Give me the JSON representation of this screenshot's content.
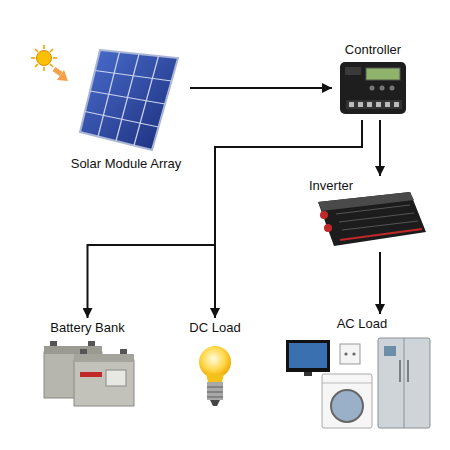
{
  "diagram": {
    "nodes": [
      {
        "text": [
          "Solar Module Array"
        ]
      },
      {
        "text": [
          "Controller"
        ]
      },
      {
        "text": [
          "Inverter"
        ]
      },
      {
        "text": [
          "Battery Bank"
        ]
      },
      {
        "text": [
          "DC Load"
        ]
      },
      {
        "text": [
          "AC Load"
        ]
      }
    ],
    "edges": [
      {
        "from": 0,
        "to": 1,
        "arrow": "to"
      },
      {
        "from": 1,
        "to": 3,
        "arrow": "to"
      },
      {
        "from": 1,
        "to": 4,
        "arrow": "to"
      },
      {
        "from": 1,
        "to": 2,
        "arrow": "to"
      },
      {
        "from": 2,
        "to": 5,
        "arrow": "to"
      }
    ]
  }
}
